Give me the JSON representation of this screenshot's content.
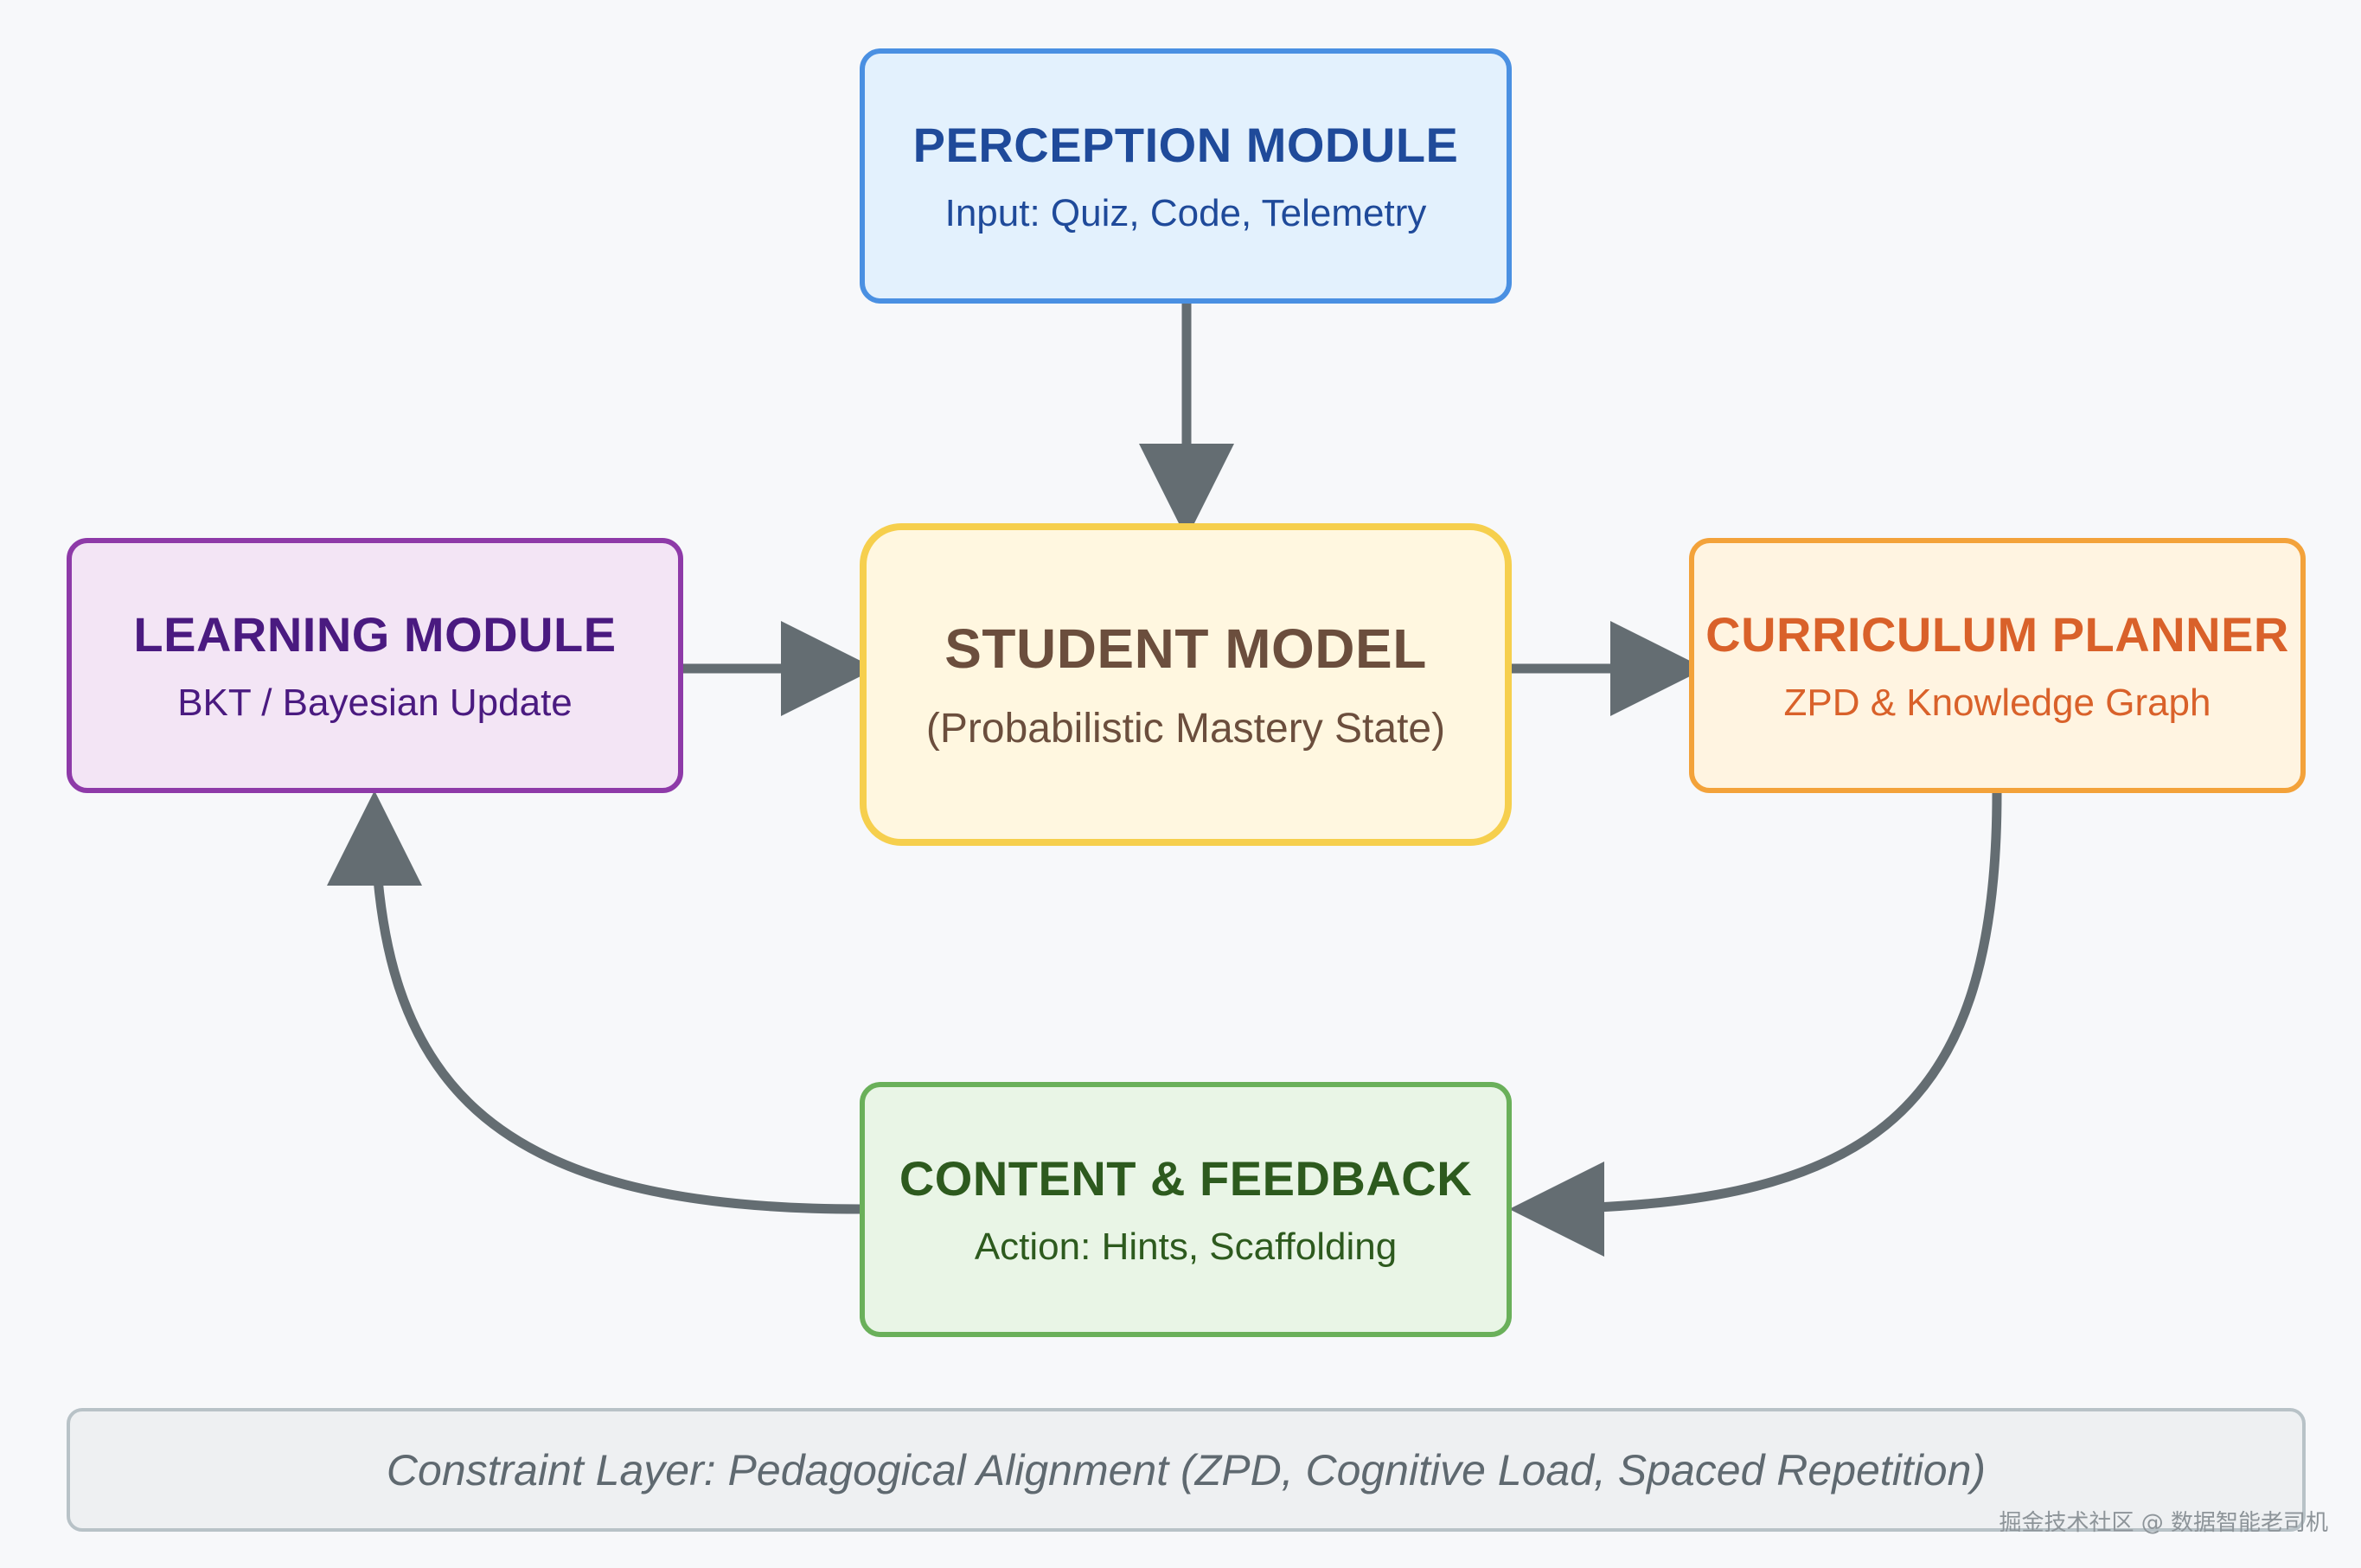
{
  "nodes": {
    "perception": {
      "title": "PERCEPTION MODULE",
      "subtitle": "Input: Quiz, Code, Telemetry"
    },
    "learning": {
      "title": "LEARNING MODULE",
      "subtitle": "BKT / Bayesian Update"
    },
    "student": {
      "title": "STUDENT MODEL",
      "subtitle": "(Probabilistic Mastery State)"
    },
    "curriculum": {
      "title": "CURRICULUM PLANNER",
      "subtitle": "ZPD & Knowledge Graph"
    },
    "content": {
      "title": "CONTENT & FEEDBACK",
      "subtitle": "Action: Hints, Scaffolding"
    }
  },
  "edges": [
    {
      "from": "perception",
      "to": "student"
    },
    {
      "from": "learning",
      "to": "student"
    },
    {
      "from": "student",
      "to": "curriculum"
    },
    {
      "from": "curriculum",
      "to": "content"
    },
    {
      "from": "content",
      "to": "learning"
    }
  ],
  "constraint_layer": {
    "text": "Constraint Layer: Pedagogical Alignment (ZPD, Cognitive Load, Spaced Repetition)"
  },
  "watermark": "掘金技术社区 @ 数据智能老司机",
  "colors": {
    "background": "#f7f8fa",
    "connector": "#646d72",
    "perception_border": "#4a90e2",
    "learning_border": "#8e3aa8",
    "student_border": "#f6cf4d",
    "curriculum_border": "#f3a23a",
    "content_border": "#6ab05a"
  }
}
